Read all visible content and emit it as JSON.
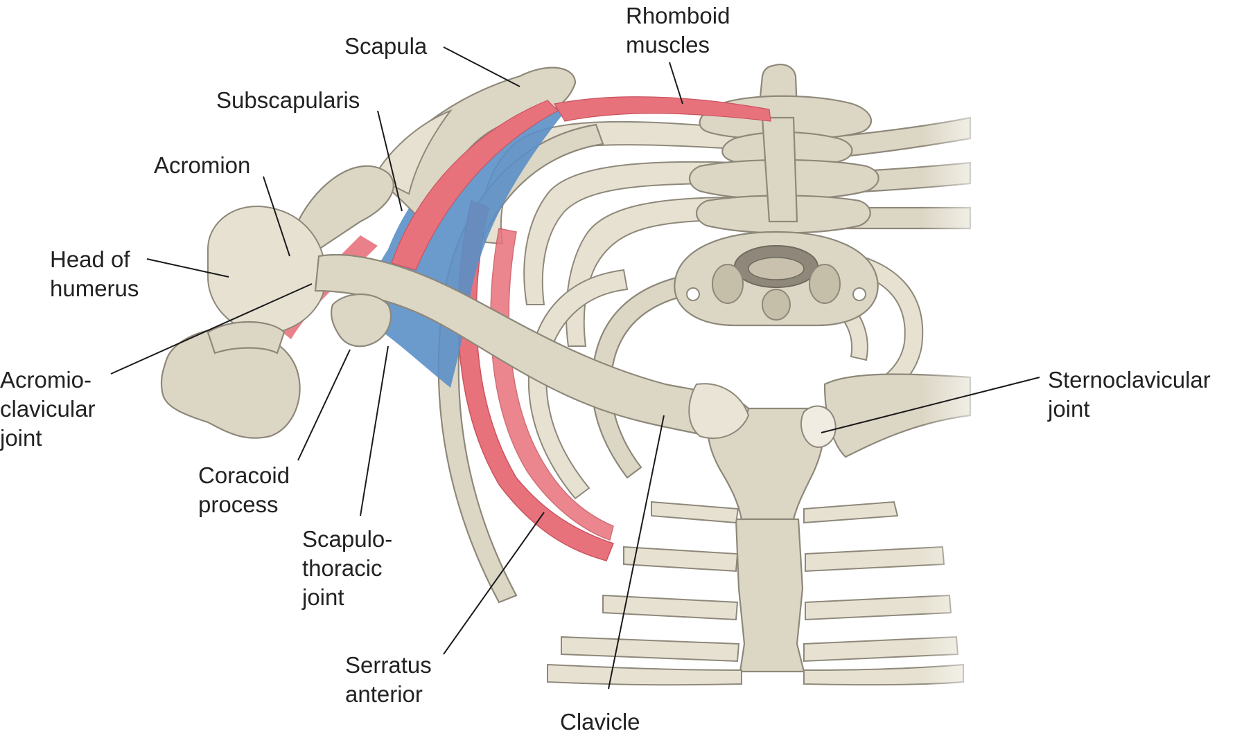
{
  "figure": {
    "colors": {
      "bone": "#dcd6c4",
      "bone_outline": "#8e887a",
      "muscle_red": "#e8727c",
      "muscle_blue": "#5b8fc7",
      "label_text": "#222222",
      "leader_line": "#1a1a1a"
    },
    "labels": {
      "rhomboid": [
        "Rhomboid",
        "muscles"
      ],
      "scapula": [
        "Scapula"
      ],
      "subscapularis": [
        "Subscapularis"
      ],
      "acromion": [
        "Acromion"
      ],
      "head_of_humerus": [
        "Head of",
        "humerus"
      ],
      "acromioclavicular": [
        "Acromio-",
        "clavicular",
        "joint"
      ],
      "coracoid": [
        "Coracoid",
        "process"
      ],
      "scapulothoracic": [
        "Scapulo-",
        "thoracic",
        "joint"
      ],
      "serratus": [
        "Serratus",
        "anterior"
      ],
      "clavicle": [
        "Clavicle"
      ],
      "sternoclavicular": [
        "Sternoclavicular",
        "joint"
      ]
    }
  }
}
